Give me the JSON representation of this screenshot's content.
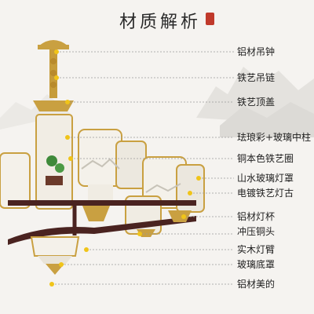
{
  "header": {
    "title": "材质解析"
  },
  "callouts": [
    {
      "label": "铝材吊钟"
    },
    {
      "label": "铁艺吊链"
    },
    {
      "label": "铁艺顶盖"
    },
    {
      "label": "珐琅彩+玻璃中柱"
    },
    {
      "label": "铜本色铁艺圈"
    },
    {
      "label": "山水玻璃灯罩"
    },
    {
      "label": "电镀铁艺灯古"
    },
    {
      "label": "铝材灯杯"
    },
    {
      "label": "冲压铜头"
    },
    {
      "label": "实木灯臂"
    },
    {
      "label": "玻璃底罩"
    },
    {
      "label": "铝材美的"
    }
  ]
}
